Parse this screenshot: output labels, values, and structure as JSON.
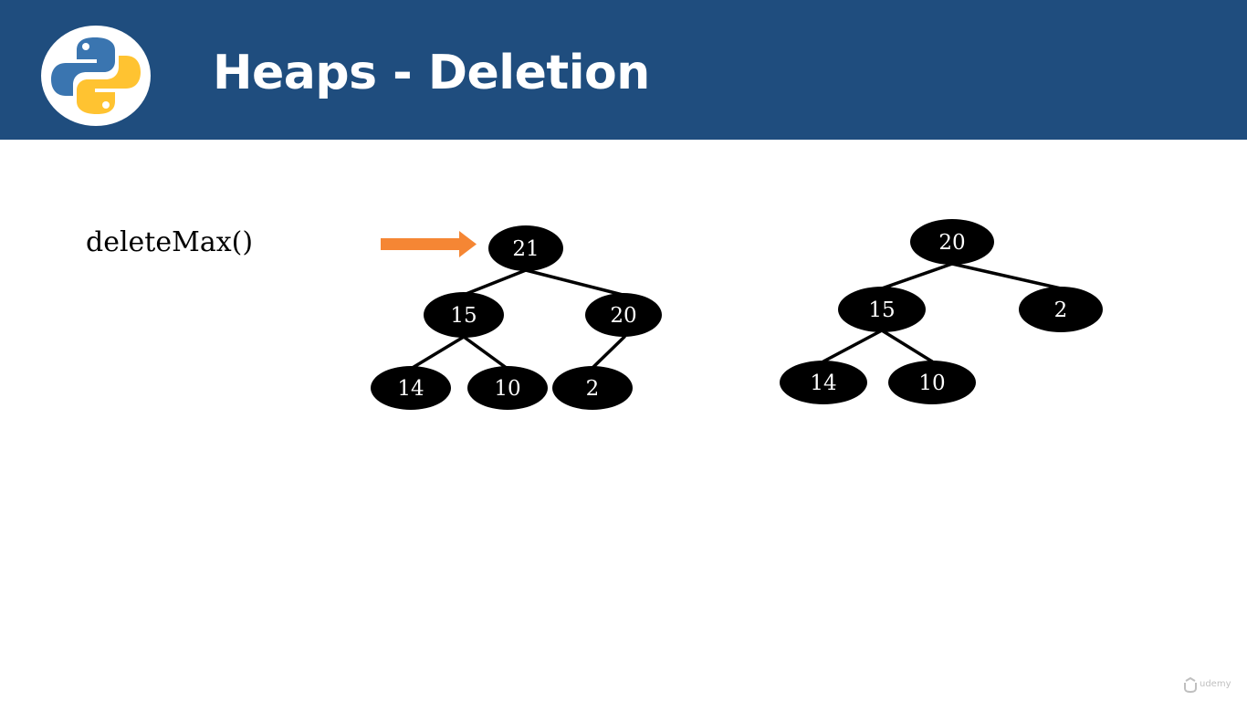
{
  "slide": {
    "title": "Heaps - Deletion",
    "operation": "deleteMax()",
    "header_color": "#1f4d7e",
    "arrow_color": "#f58634",
    "node_color": "#000000",
    "logo_icon": "python-logo-icon"
  },
  "before_heap": {
    "nodes": {
      "root": "21",
      "left": "15",
      "right": "20",
      "left_left": "14",
      "left_right": "10",
      "right_left": "2"
    }
  },
  "after_heap": {
    "nodes": {
      "root": "20",
      "left": "15",
      "right": "2",
      "left_left": "14",
      "left_right": "10"
    }
  },
  "watermark": {
    "text": "udemy",
    "icon": "udemy-logo-icon"
  }
}
